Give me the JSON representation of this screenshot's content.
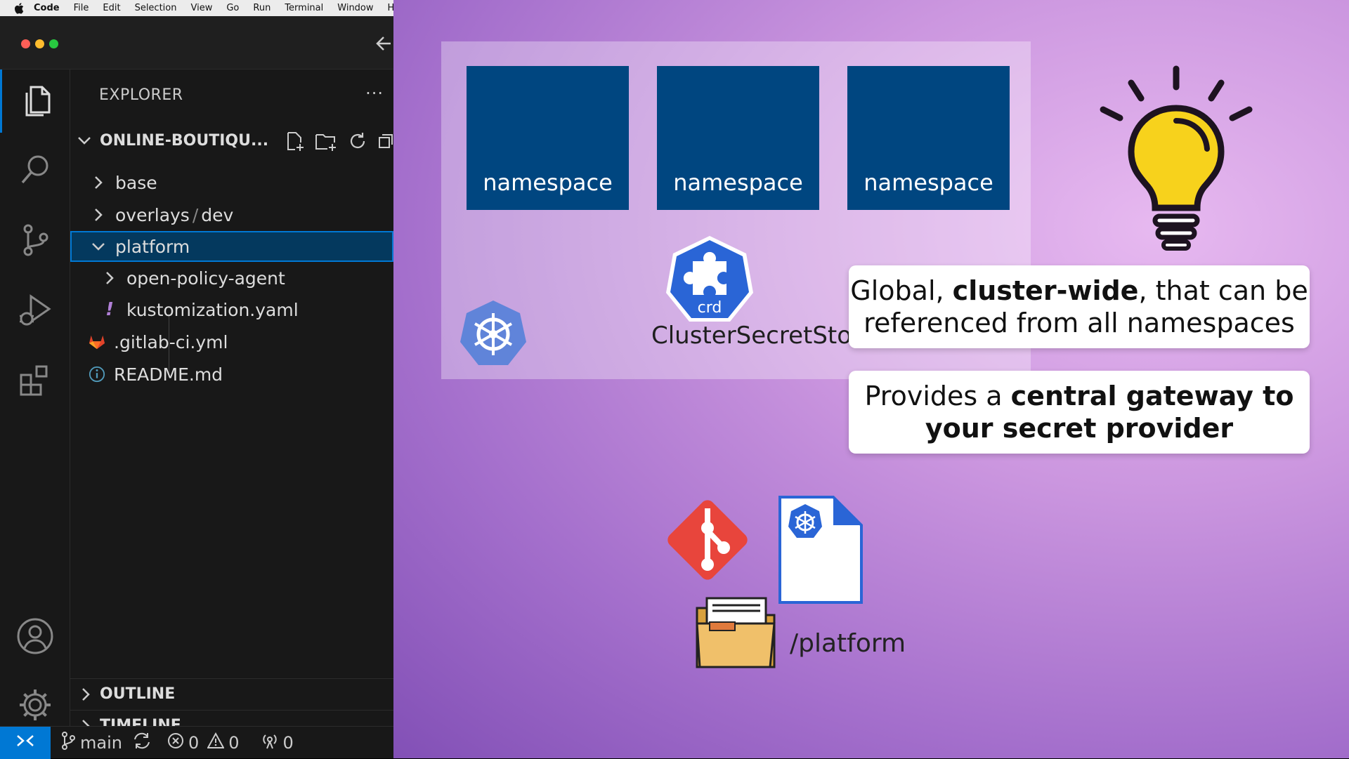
{
  "menubar": {
    "app": "Code",
    "items": [
      "File",
      "Edit",
      "Selection",
      "View",
      "Go",
      "Run",
      "Terminal",
      "Window",
      "He"
    ]
  },
  "explorer": {
    "title": "EXPLORER",
    "more": "···",
    "folder_name": "ONLINE-BOUTIQU...",
    "items": {
      "base": "base",
      "overlays_a": "overlays",
      "overlays_sep": "/",
      "overlays_b": "dev",
      "platform": "platform",
      "opa": "open-policy-agent",
      "kustomization": "kustomization.yaml",
      "gitlab": ".gitlab-ci.yml",
      "readme": "README.md"
    },
    "outline": "OUTLINE",
    "timeline": "TIMELINE"
  },
  "statusbar": {
    "branch": "main",
    "errors": "0",
    "warnings": "0",
    "ports": "0"
  },
  "slide": {
    "namespaces": [
      "namespace",
      "namespace",
      "namespace"
    ],
    "crd_label": "crd",
    "store_label": "ClusterSecretStore",
    "callout1": {
      "pre": "Global, ",
      "bold": "cluster-wide",
      "post": ", that can be referenced from all namespaces"
    },
    "callout2": {
      "pre": "Provides a ",
      "bold": "central gateway to your secret provider"
    },
    "platform_path": "/platform"
  },
  "colors": {
    "accent": "#0078d4",
    "namespace_box": "#004680",
    "bulb": "#f7d21c",
    "git": "#e8453c",
    "k8s": "#326ce5"
  }
}
